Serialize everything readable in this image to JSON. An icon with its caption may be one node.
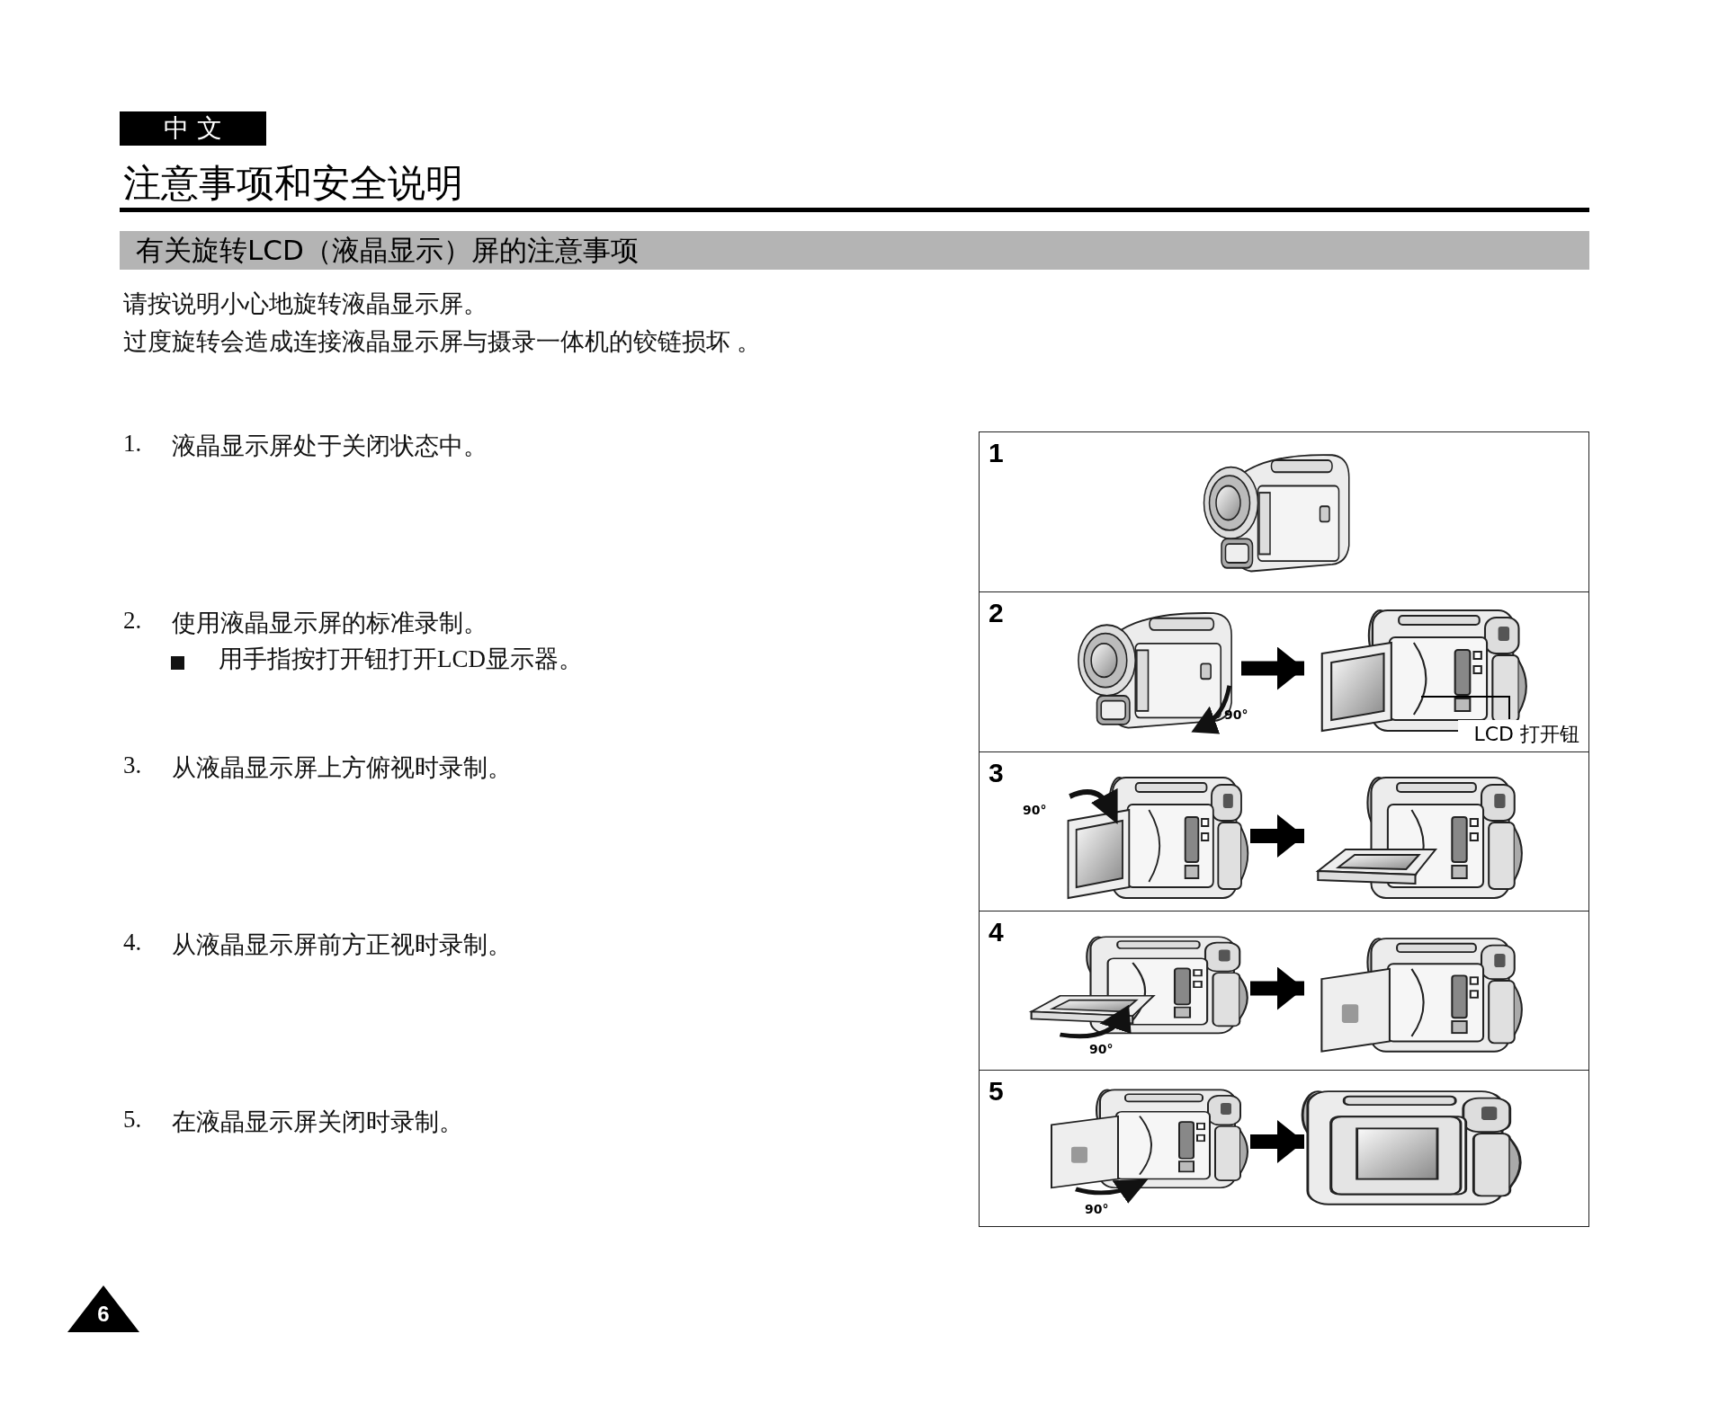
{
  "diagram": {
    "title": "注意事项和安全说明",
    "nodes": [
      {
        "text": [
          "中 文"
        ]
      },
      {
        "text": [
          "有关旋转LCD（液晶显示）屏的注意事项"
        ]
      },
      {
        "text": [
          "1"
        ]
      },
      {
        "text": [],
        "shape": "picture",
        "in": 2
      },
      {
        "text": [
          "2"
        ]
      },
      {
        "text": [],
        "shape": "picture",
        "in": 4,
        "beside": [
          "90°"
        ]
      },
      {
        "text": [],
        "shape": "picture",
        "in": 4
      },
      {
        "text": [
          "LCD 打开钮"
        ],
        "in": 4
      },
      {
        "text": [
          "3"
        ]
      },
      {
        "text": [],
        "shape": "picture",
        "in": 8,
        "beside": [
          "90°"
        ]
      },
      {
        "text": [],
        "shape": "picture",
        "in": 8
      },
      {
        "text": [
          "4"
        ]
      },
      {
        "text": [],
        "shape": "picture",
        "in": 11,
        "beside": [
          "90°"
        ]
      },
      {
        "text": [],
        "shape": "picture",
        "in": 11
      },
      {
        "text": [
          "5"
        ]
      },
      {
        "text": [],
        "shape": "picture",
        "in": 14,
        "beside": [
          "90°"
        ]
      },
      {
        "text": [],
        "shape": "picture",
        "in": 14
      },
      {
        "text": [
          "6"
        ]
      }
    ],
    "edges": [
      {
        "from": 5,
        "to": 6,
        "arrow": "to"
      },
      {
        "from": 7,
        "to": 6,
        "arrow": "none"
      },
      {
        "from": 9,
        "to": 10,
        "arrow": "to"
      },
      {
        "from": 12,
        "to": 13,
        "arrow": "to"
      },
      {
        "from": 15,
        "to": 16,
        "arrow": "to"
      }
    ],
    "labels": [
      "请按说明小心地旋转液晶显示屏。",
      "过度旋转会造成连接液晶显示屏与摄录一体机的铰链损坏 。",
      "1.",
      "液晶显示屏处于关闭状态中。",
      "2.",
      "使用液晶显示屏的标准录制。",
      "用手指按打开钮打开LCD显示器。",
      "3.",
      "从液晶显示屏上方俯视时录制。",
      "4.",
      "从液晶显示屏前方正视时录制。",
      "5.",
      "在液晶显示屏关闭时录制。"
    ]
  }
}
